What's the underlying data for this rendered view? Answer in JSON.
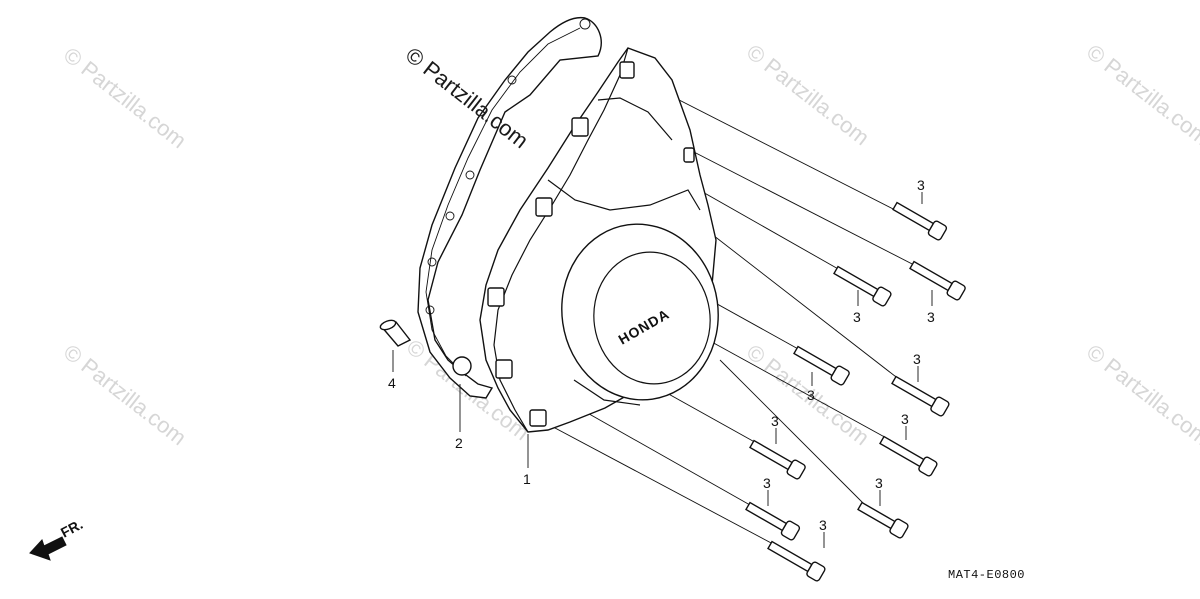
{
  "watermark": {
    "main": "© Partzilla.com",
    "faint": "© Partzilla.com"
  },
  "callouts": {
    "cover": "1",
    "gasket": "2",
    "bolt": "3",
    "dowel": "4"
  },
  "cover_logo": "HONDA",
  "front_indicator": "FR.",
  "diagram_code": "MAT4-E0800"
}
